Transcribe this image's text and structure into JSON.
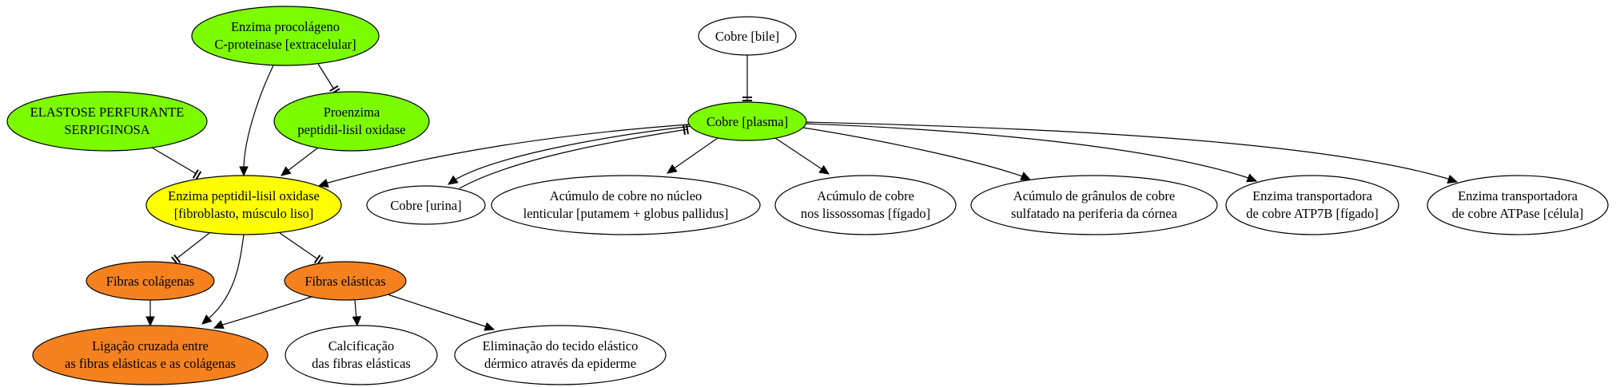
{
  "colors": {
    "green": "#7cfc00",
    "yellow": "#ffff00",
    "orange": "#f5821f",
    "white": "#ffffff",
    "stroke": "#000000"
  },
  "nodes": {
    "procolageno": {
      "lines": [
        "Enzima procolágeno",
        "C-proteinase [extracelular]"
      ],
      "fill": "green"
    },
    "proenzima": {
      "lines": [
        "Proenzima",
        "peptidil-lisil oxidase"
      ],
      "fill": "green"
    },
    "elastose": {
      "lines": [
        "ELASTOSE PERFURANTE",
        "SERPIGINOSA"
      ],
      "fill": "green"
    },
    "enzima_lox": {
      "lines": [
        "Enzima peptidil-lisil oxidase",
        "[fibroblasto, músculo liso]"
      ],
      "fill": "yellow"
    },
    "colagenas": {
      "lines": [
        "Fibras colágenas"
      ],
      "fill": "orange"
    },
    "elasticas": {
      "lines": [
        "Fibras elásticas"
      ],
      "fill": "orange"
    },
    "ligacao": {
      "lines": [
        "Ligação cruzada entre",
        "as fibras elásticas e as colágenas"
      ],
      "fill": "orange"
    },
    "calcificacao": {
      "lines": [
        "Calcificação",
        "das fibras elásticas"
      ],
      "fill": "white"
    },
    "eliminacao": {
      "lines": [
        "Eliminação do tecido elástico",
        "dérmico através da epiderme"
      ],
      "fill": "white"
    },
    "cobre_bile": {
      "lines": [
        "Cobre [bile]"
      ],
      "fill": "white"
    },
    "cobre_plasma": {
      "lines": [
        "Cobre [plasma]"
      ],
      "fill": "green"
    },
    "cobre_urina": {
      "lines": [
        "Cobre [urina]"
      ],
      "fill": "white"
    },
    "acumulo_nucleo": {
      "lines": [
        "Acúmulo de cobre no núcleo",
        "lenticular [putamem + globus pallidus]"
      ],
      "fill": "white"
    },
    "acumulo_lisossomas": {
      "lines": [
        "Acúmulo de cobre",
        "nos lissossomas [fígado]"
      ],
      "fill": "white"
    },
    "acumulo_cornea": {
      "lines": [
        "Acúmulo de grânulos de cobre",
        "sulfatado na periferia da córnea"
      ],
      "fill": "white"
    },
    "atp7b": {
      "lines": [
        "Enzima transportadora",
        "de cobre ATP7B [fígado]"
      ],
      "fill": "white"
    },
    "atpase": {
      "lines": [
        "Enzima transportadora",
        "de cobre ATPase [célula]"
      ],
      "fill": "white"
    }
  },
  "edges": [
    {
      "from": "procolageno",
      "to": "enzima_lox",
      "head": "arrow"
    },
    {
      "from": "procolageno",
      "to": "proenzima",
      "head": "tee"
    },
    {
      "from": "proenzima",
      "to": "enzima_lox",
      "head": "arrow"
    },
    {
      "from": "elastose",
      "to": "enzima_lox",
      "head": "tee"
    },
    {
      "from": "enzima_lox",
      "to": "colagenas",
      "head": "tee"
    },
    {
      "from": "enzima_lox",
      "to": "elasticas",
      "head": "tee"
    },
    {
      "from": "enzima_lox",
      "to": "ligacao",
      "head": "arrow"
    },
    {
      "from": "colagenas",
      "to": "ligacao",
      "head": "arrow"
    },
    {
      "from": "elasticas",
      "to": "ligacao",
      "head": "arrow"
    },
    {
      "from": "elasticas",
      "to": "calcificacao",
      "head": "arrow"
    },
    {
      "from": "elasticas",
      "to": "eliminacao",
      "head": "arrow"
    },
    {
      "from": "cobre_bile",
      "to": "cobre_plasma",
      "head": "tee"
    },
    {
      "from": "cobre_plasma",
      "to": "enzima_lox",
      "head": "arrow"
    },
    {
      "from": "cobre_plasma",
      "to": "cobre_urina",
      "head": "arrow"
    },
    {
      "from": "cobre_urina",
      "to": "cobre_plasma",
      "head": "tee"
    },
    {
      "from": "cobre_plasma",
      "to": "acumulo_nucleo",
      "head": "arrow"
    },
    {
      "from": "cobre_plasma",
      "to": "acumulo_lisossomas",
      "head": "arrow"
    },
    {
      "from": "cobre_plasma",
      "to": "acumulo_cornea",
      "head": "arrow"
    },
    {
      "from": "cobre_plasma",
      "to": "atp7b",
      "head": "arrow"
    },
    {
      "from": "cobre_plasma",
      "to": "atpase",
      "head": "arrow"
    }
  ]
}
